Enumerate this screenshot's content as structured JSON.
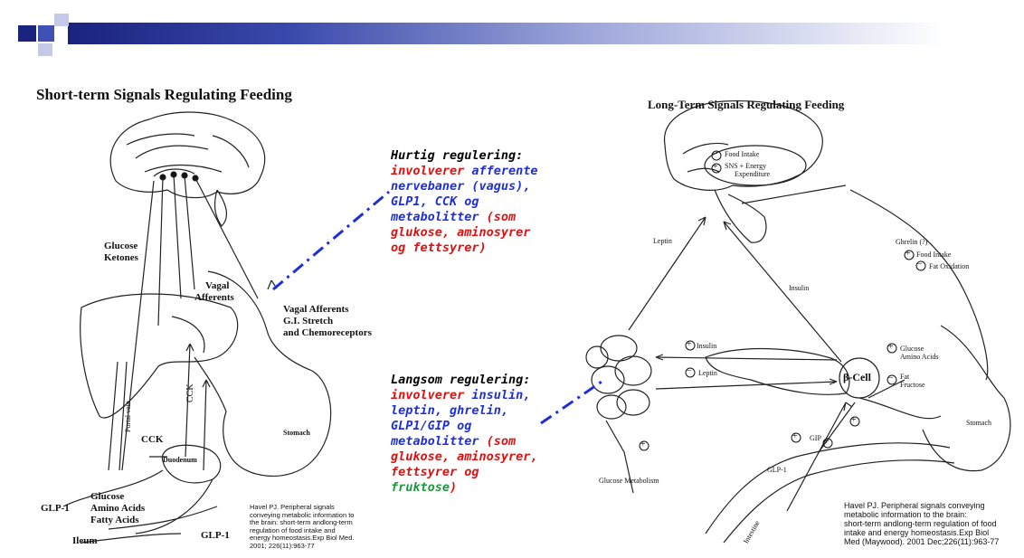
{
  "left": {
    "title": "Short-term Signals Regulating Feeding",
    "labels": {
      "glucose_ketones": [
        "Glucose",
        "Ketones"
      ],
      "vagal_afferents": [
        "Vagal",
        "Afferents"
      ],
      "vagal_gi": [
        "Vagal Afferents",
        "G.I. Stretch",
        "and Chemoreceptors"
      ],
      "cck_vertical": "CCK",
      "cck": "CCK",
      "portal_vein": "Portal vein",
      "duodenum": "Duodenum",
      "stomach": "Stomach",
      "glp1_left": "GLP-1",
      "nutrients": [
        "Glucose",
        "Amino Acids",
        "Fatty Acids"
      ],
      "ileum": "Ileum",
      "glp1_bottom": "GLP-1"
    },
    "citation": [
      "Havel PJ. Peripheral signals",
      "conveying metabolic information to",
      "the brain: short-term andlong-term",
      "regulation of food intake and",
      "energy homeostasis.Exp Biol Med.",
      "2001; 226(11):963-77"
    ]
  },
  "right": {
    "title": "Long-Term Signals Regulating Feeding",
    "labels": {
      "food_intake": "Food Intake",
      "sns": [
        "SNS + Energy",
        "Expenditure"
      ],
      "leptin_vertical": "Leptin",
      "insulin_vertical": "Insulin",
      "ghrelin": "Ghrelin (?)",
      "ghrelin_food": "Food Intake",
      "ghrelin_fat": "Fat Oxidation",
      "insulin": "Insulin",
      "leptin": "Leptin",
      "beta_cell": "β-Cell",
      "glucose_aa": [
        "Glucose",
        "Amino Acids"
      ],
      "fat_fructose": [
        "Fat",
        "Fructose"
      ],
      "gip": "GIP",
      "glp1": "GLP-1",
      "stomach": "Stomach",
      "glucose_metabolism": "Glucose Metabolism",
      "intestine": "Intestine"
    },
    "citation": [
      "Havel PJ. Peripheral signals conveying",
      "metabolic information to the brain:",
      "short-term andlong-term regulation of food",
      "intake and energy homeostasis.Exp Biol",
      "Med (Maywood). 2001 Dec;226(11):963-77"
    ]
  },
  "notes": {
    "fast": {
      "heading": "Hurtig regulering:",
      "lines": [
        [
          {
            "t": "involverer ",
            "c": "red"
          },
          {
            "t": "afferente",
            "c": "blue"
          }
        ],
        [
          {
            "t": "nervebaner (vagus),",
            "c": "blue"
          }
        ],
        [
          {
            "t": "GLP1, CCK og",
            "c": "blue"
          }
        ],
        [
          {
            "t": "metabolitter ",
            "c": "blue"
          },
          {
            "t": "(som",
            "c": "red"
          }
        ],
        [
          {
            "t": "glukose, aminosyrer",
            "c": "red"
          }
        ],
        [
          {
            "t": "og fettsyrer)",
            "c": "red"
          }
        ]
      ]
    },
    "slow": {
      "heading": "Langsom regulering:",
      "lines": [
        [
          {
            "t": "involverer ",
            "c": "red"
          },
          {
            "t": "insulin,",
            "c": "blue"
          }
        ],
        [
          {
            "t": "leptin, ghrelin,",
            "c": "blue"
          }
        ],
        [
          {
            "t": "GLP1/GIP og",
            "c": "blue"
          }
        ],
        [
          {
            "t": "metabolitter ",
            "c": "blue"
          },
          {
            "t": "(som",
            "c": "red"
          }
        ],
        [
          {
            "t": "glukose, aminosyrer,",
            "c": "red"
          }
        ],
        [
          {
            "t": "fettsyrer og",
            "c": "red"
          }
        ],
        [
          {
            "t": "fruktose",
            "c": "green"
          },
          {
            "t": ")",
            "c": "red"
          }
        ]
      ]
    }
  },
  "symbols": {
    "plus": "+",
    "minus": "−"
  },
  "colors": {
    "header_dark": "#1a237e",
    "header_gradient_end": "#ffffff",
    "dash_line": "#1f2fd8"
  }
}
